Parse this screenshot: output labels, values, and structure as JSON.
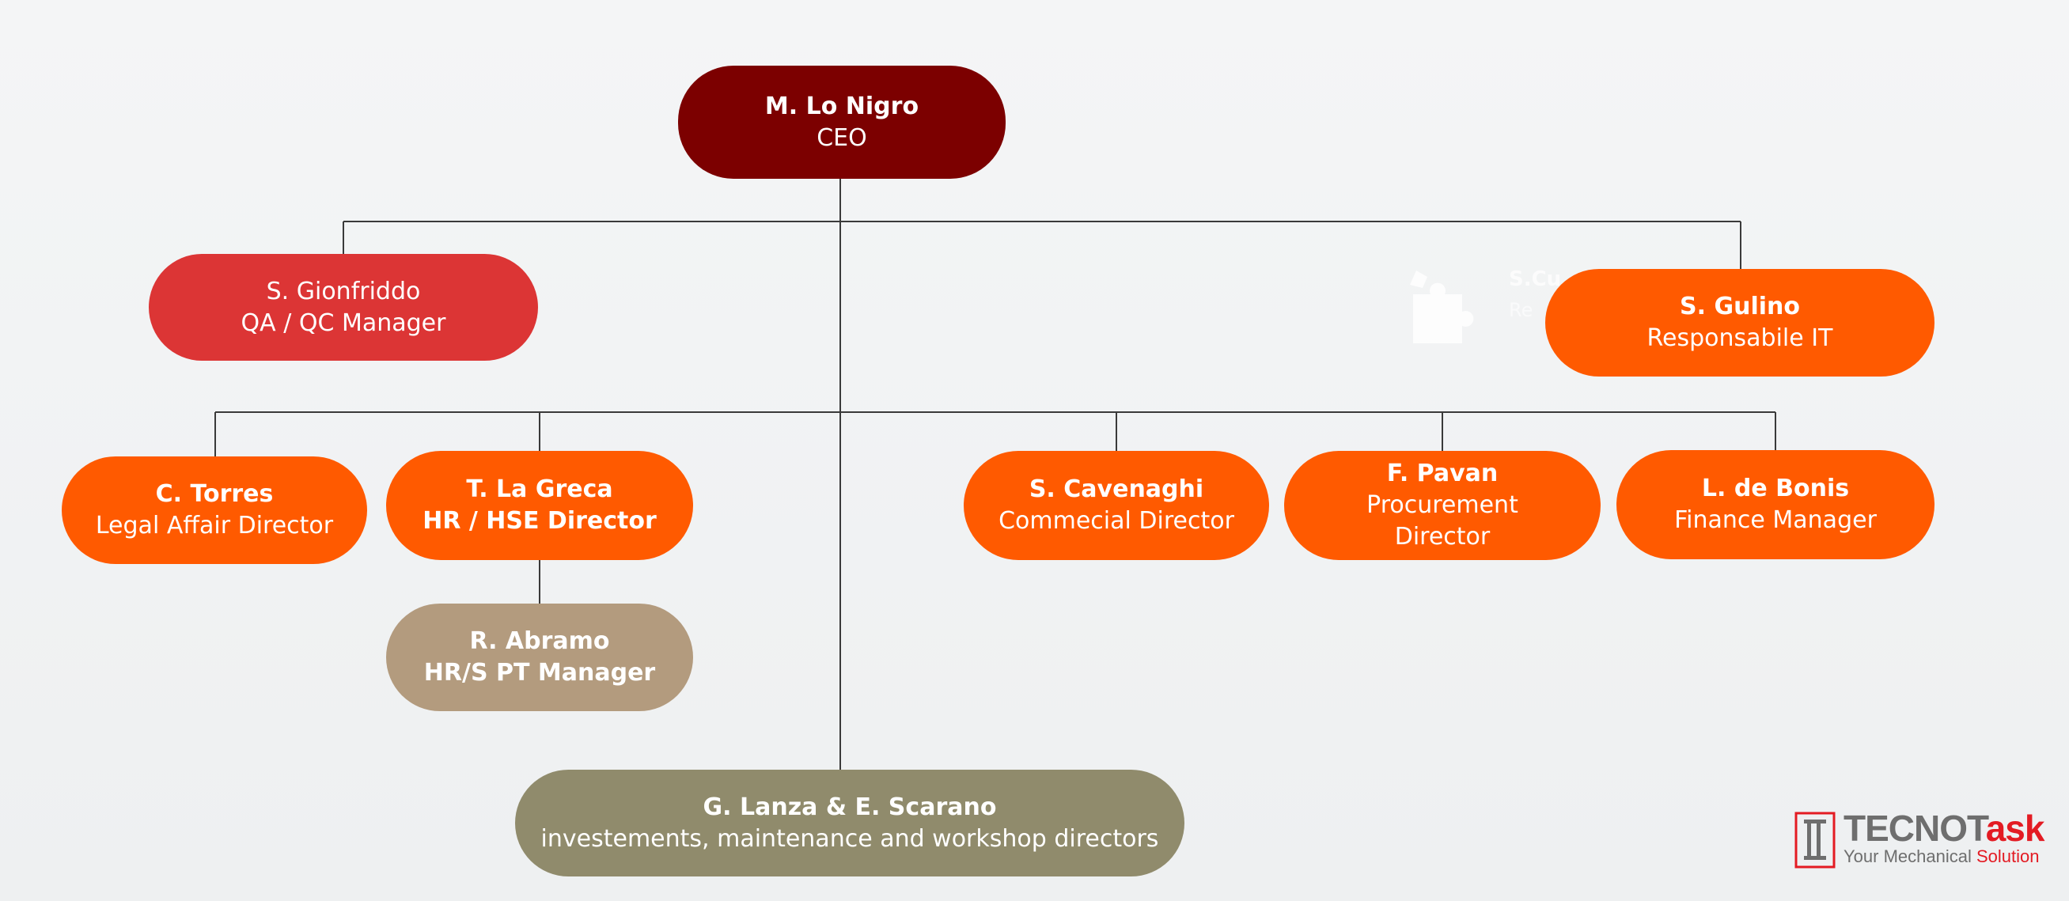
{
  "org_chart": {
    "ceo": {
      "name": "M. Lo Nigro",
      "role": "CEO"
    },
    "qa": {
      "name": "S. Gionfriddo",
      "role": "QA / QC Manager"
    },
    "it": {
      "name": "S. Gulino",
      "role": "Responsabile IT"
    },
    "legal": {
      "name": "C. Torres",
      "role": "Legal Affair Director"
    },
    "hr": {
      "name": "T. La Greca",
      "role": "HR / HSE Director"
    },
    "hr_manager": {
      "name": "R. Abramo",
      "role": "HR/S PT Manager"
    },
    "commercial": {
      "name": "S. Cavenaghi",
      "role": "Commecial Director"
    },
    "procurement": {
      "name": "F. Pavan",
      "role": "Procurement Director"
    },
    "finance": {
      "name": "L. de Bonis",
      "role": "Finance Manager"
    },
    "workshop": {
      "name": "G. Lanza & E. Scarano",
      "role": "investements, maintenance and workshop directors"
    }
  },
  "ghost_card": {
    "name": "S.Cu",
    "role": "Re",
    "icon": "puzzle-icon"
  },
  "logo": {
    "word_part1": "TECNOT",
    "word_part2": "ask",
    "tagline_part1": "Your Mechanical ",
    "tagline_part2": "Solution"
  },
  "colors": {
    "ceo": "#7c0000",
    "qa": "#dc3535",
    "director": "#ff5a00",
    "hr_manager": "#b39b7e",
    "workshop": "#908b6c",
    "logo_red": "#e31b23",
    "logo_gray": "#6e6e6e",
    "connector": "#3a3a3a"
  }
}
